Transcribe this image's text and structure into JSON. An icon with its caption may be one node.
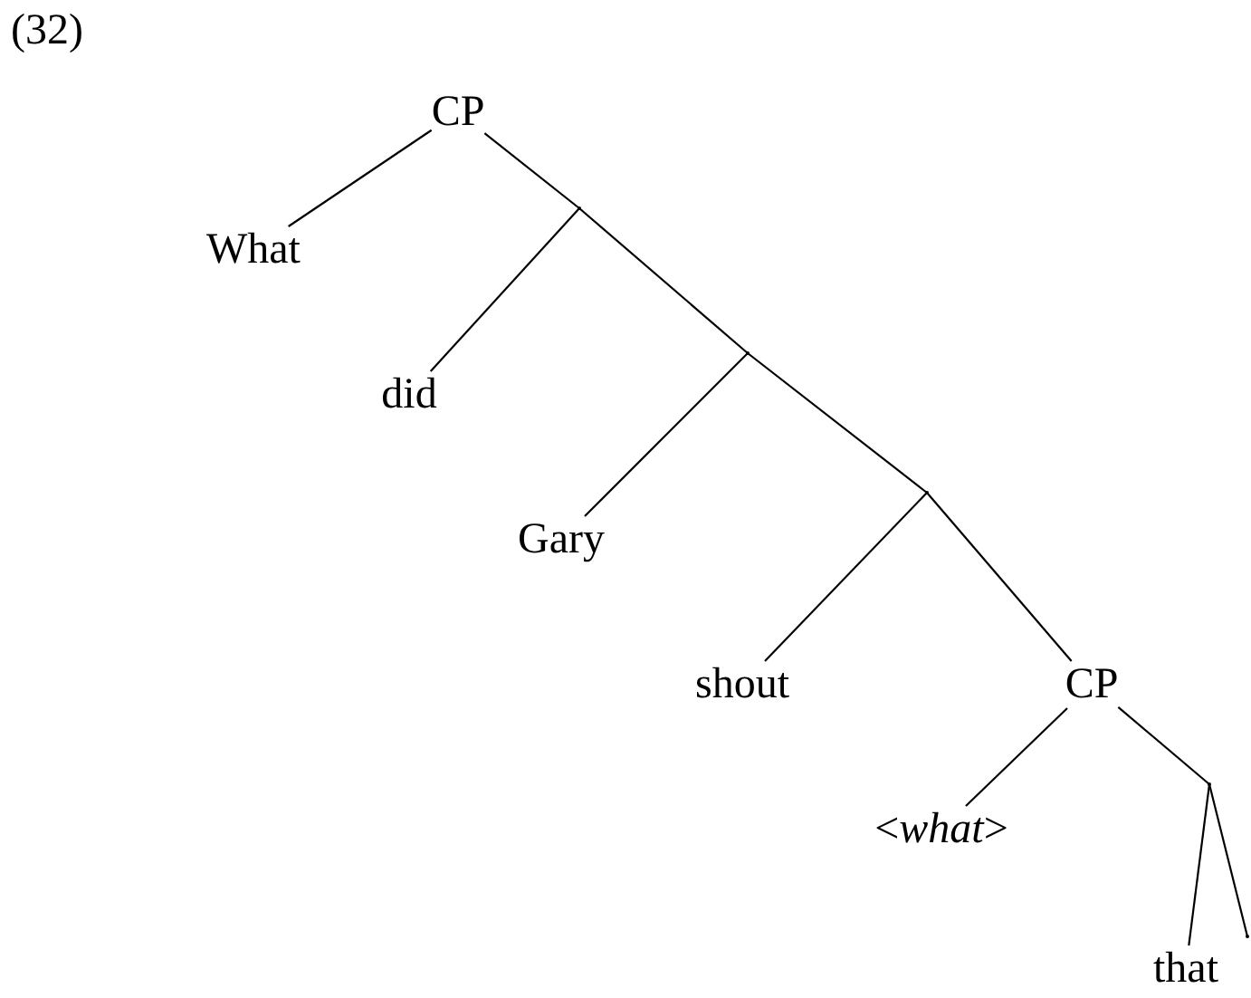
{
  "diagram": {
    "nodes": [
      {
        "text": [
          "CP"
        ]
      },
      {
        "text": [
          "What"
        ]
      },
      {
        "text": [],
        "shape": "point"
      },
      {
        "text": [
          "did"
        ]
      },
      {
        "text": [],
        "shape": "point"
      },
      {
        "text": [
          "Gary"
        ]
      },
      {
        "text": [],
        "shape": "point"
      },
      {
        "text": [
          "shout"
        ]
      },
      {
        "text": [
          "CP"
        ]
      },
      {
        "text": [
          "<*what*>"
        ]
      },
      {
        "text": [],
        "shape": "point"
      },
      {
        "text": [
          "that"
        ]
      },
      {
        "text": [],
        "shape": "point"
      }
    ],
    "edges": [
      {
        "from": 0,
        "to": 1,
        "arrow": "none"
      },
      {
        "from": 0,
        "to": 2,
        "arrow": "none"
      },
      {
        "from": 2,
        "to": 3,
        "arrow": "none"
      },
      {
        "from": 2,
        "to": 4,
        "arrow": "none"
      },
      {
        "from": 4,
        "to": 5,
        "arrow": "none"
      },
      {
        "from": 4,
        "to": 6,
        "arrow": "none"
      },
      {
        "from": 6,
        "to": 7,
        "arrow": "none"
      },
      {
        "from": 6,
        "to": 8,
        "arrow": "none"
      },
      {
        "from": 8,
        "to": 9,
        "arrow": "none"
      },
      {
        "from": 8,
        "to": 10,
        "arrow": "none"
      },
      {
        "from": 10,
        "to": 11,
        "arrow": "none"
      },
      {
        "from": 10,
        "to": 12,
        "arrow": "none"
      }
    ],
    "labels": [
      "(32)"
    ]
  }
}
